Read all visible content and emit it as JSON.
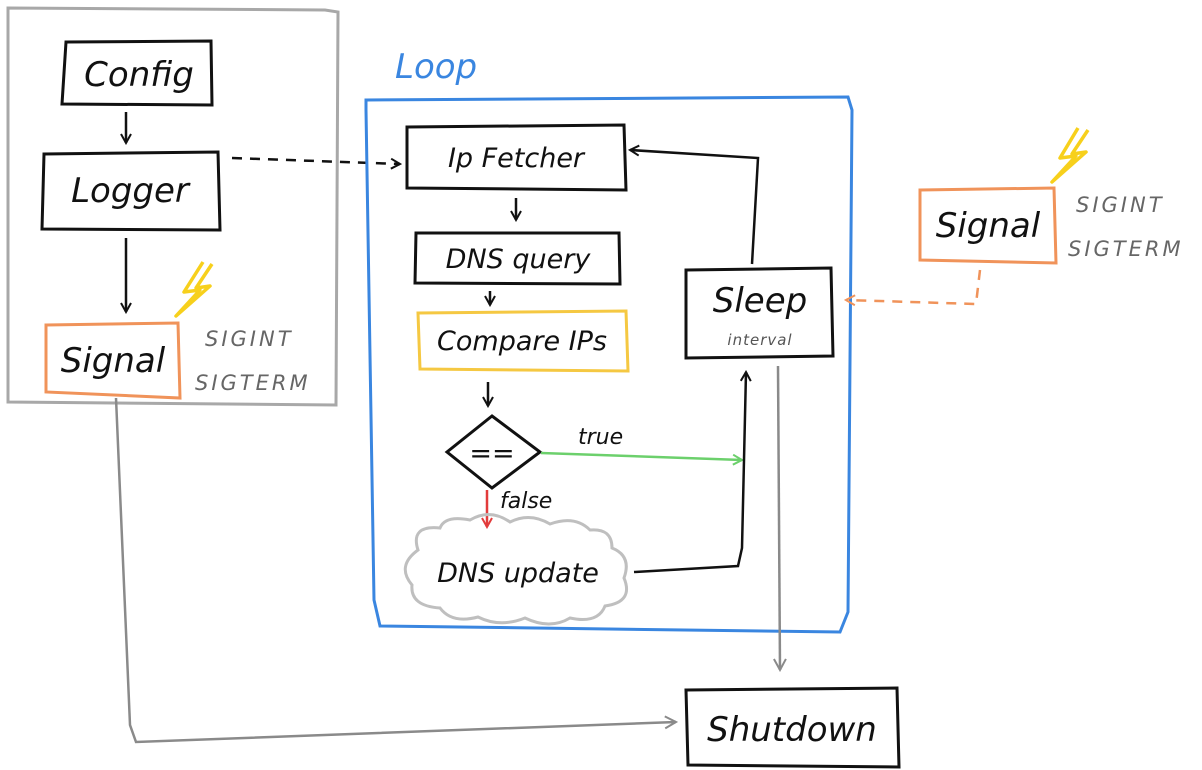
{
  "diagram": {
    "loop_title": "Loop",
    "nodes": {
      "config": "Config",
      "logger": "Logger",
      "signal_left": "Signal",
      "ip_fetcher": "Ip Fetcher",
      "dns_query": "DNS query",
      "compare_ips": "Compare IPs",
      "decision": "==",
      "dns_update": "DNS update",
      "sleep": "Sleep",
      "sleep_sub": "interval",
      "signal_right": "Signal",
      "shutdown": "Shutdown"
    },
    "signal_types_left": [
      "SIGINT",
      "SIGTERM"
    ],
    "signal_types_right": [
      "SIGINT",
      "SIGTERM"
    ],
    "edge_labels": {
      "true": "true",
      "false": "false"
    },
    "colors": {
      "loop_border": "#3a86e0",
      "group_border": "#a8a8a8",
      "signal_border": "#f0935a",
      "compare_border": "#f5c842",
      "true_edge": "#6cd06c",
      "false_edge": "#e23b3b",
      "lightning": "#f7d01c",
      "shutdown_edge": "#8a8a8a",
      "signal_edge": "#f0935a"
    },
    "icons": {
      "lightning_left": "lightning-bolt-icon",
      "lightning_right": "lightning-bolt-icon"
    }
  }
}
